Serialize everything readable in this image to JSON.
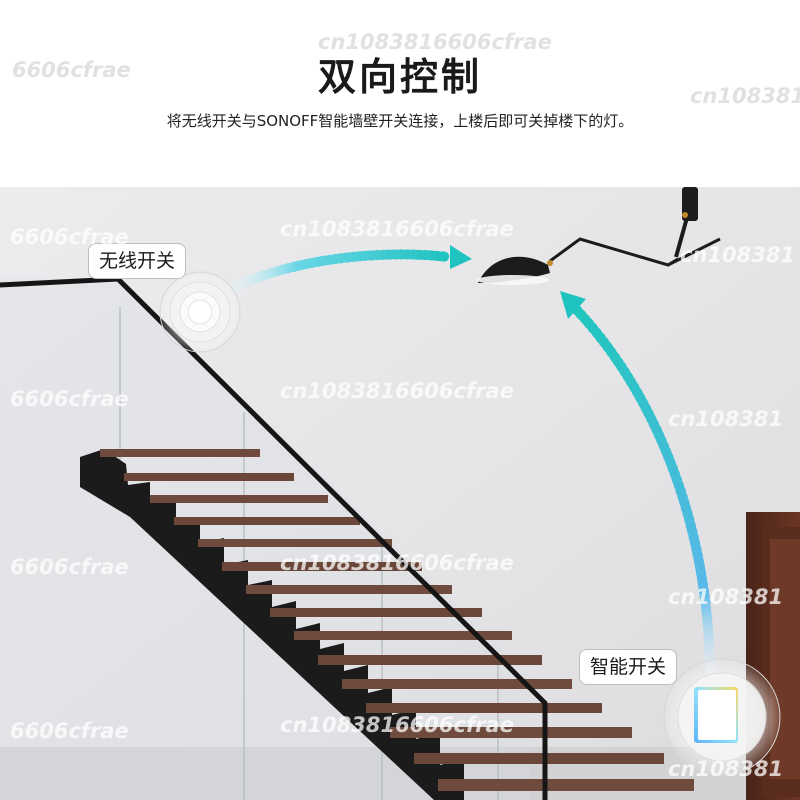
{
  "header": {
    "title": "双向控制",
    "subtitle": "将无线开关与SONOFF智能墙壁开关连接，上楼后即可关掉楼下的灯。"
  },
  "labels": {
    "wireless_switch": "无线开关",
    "smart_switch": "智能开关"
  },
  "watermarks": {
    "shop": "6606cfrae",
    "store": "cn1083816606cfrae",
    "store_cut": "cn108381"
  },
  "colors": {
    "arrow_start": "#4ab0e0",
    "arrow_end": "#2cc7c0",
    "lamp": "#1c1c1c",
    "wall": "#e6e6e8"
  },
  "icons": [
    "wireless-switch-icon",
    "smart-switch-icon",
    "lamp-icon"
  ]
}
